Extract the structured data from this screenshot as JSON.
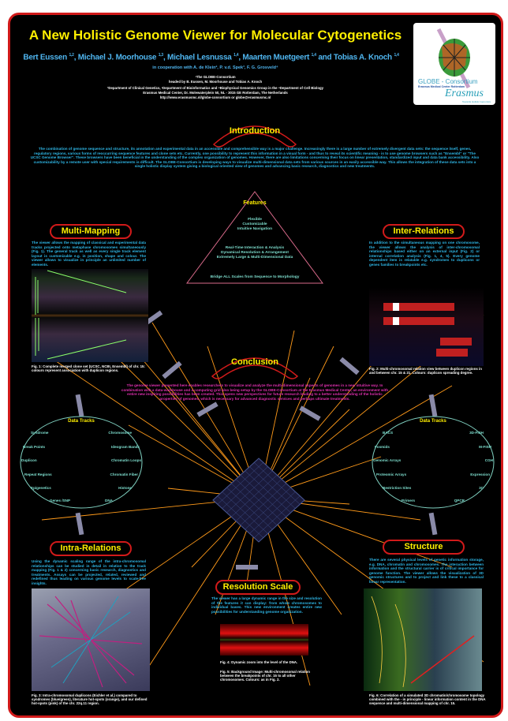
{
  "header": {
    "title": "A New Holistic Genome Viewer for Molecular Cytogenetics",
    "authors": [
      {
        "name": "Bert Eussen",
        "sup": "1,2"
      },
      {
        "name": "Michael J. Moorhouse",
        "sup": "1,3"
      },
      {
        "name": "Michael Lesnussa",
        "sup": "1,4"
      },
      {
        "name": "Maarten Muetgeert",
        "sup": "1,4"
      },
      {
        "name": "Tobias A. Knoch",
        "sup": "1,4"
      }
    ],
    "author_sep": ", ",
    "author_and": " and ",
    "cooperation": "in cooperation with A. de Klein², P. v.d. Spek³, F. G. Grosveld⁴",
    "affiliations": [
      "¹The GLOBE-Consortium",
      "headed by B. Eussen, M. Moorhouse and Tobias A. Knoch",
      "²Department of Clinical Genetics, ³Department of Bioinformatics and ⁴Biophysical Genomics Group in the ⁴Department of Cell Biology",
      "Erasmus Medical Center, Dr. Molewaterplein 50, NL - 3015 GE Rotterdam, The Netherlands",
      "http://www.erasmusmc.nl/globe-consortium  or  globe@erasmusmc.nl"
    ],
    "logo": {
      "text": "GLOBE - Consortium",
      "subtext": "Erasmus Medical Center Rotterdam",
      "brand": "Erasmus",
      "tagline": "Towards Holistic Genomics"
    }
  },
  "introduction": {
    "heading": "Introduction",
    "text": "The combination of genome sequence and structure, its annotation and experimental data in an accessible and comprehensible way is a major challenge. Increasingly there is a large number of extremely divergent data sets: the sequence itself, genes, regulatory regions, various forms of reoccurring sequence features and clone sets etc. Currently, one possibility to represent this information in a visual form - and thus to reveal its scientific meaning - is to use genome browsers such as \"Ensembl\" or \"The UCSC Genome Browser\". These browsers have been beneficial in the understanding of the complex organization of genomes. However, there are also limitations concerning their focus on linear presentation, standardized input and data bank accessibility. Also customizability by a remote user with special requirements is difficult. The GLOBE-Consortium is developing ways to visualize multi-dimensional data sets from various sources in an easily accessible way. This allows the integration of these data sets into a single holistic display system giving a biological oriented view of genomes and advancing basic research, diagnostics and new treatments."
  },
  "features": {
    "heading": "Features",
    "group1": [
      "Flexible",
      "Customizable",
      "Intuitive Navigation"
    ],
    "group2": [
      "Real-Time Interaction & Analysis",
      "Dynamical Resolution & Arrangement",
      "Extremely Large & Multi-Dimensional Data"
    ],
    "base": "Bridge ALL Scales from Sequence to Morphology"
  },
  "multi_mapping": {
    "heading": "Multi-Mapping",
    "text": "The viewer allows the mapping of classical and experimental data tracks projected onto metaphase chromosomes simultaneously (Fig. 1). The general track as well as every single track element layout is customizable e.g. in position, shape and colour. The viewer allows to visualize in principle an unlimited number of elements.",
    "caption": "Fig. 1: Complete merged clone set (UCSC, NCBI, Ensembl) of chr. 15: colours represent association with duplicon regions."
  },
  "inter_relations": {
    "heading": "Inter-Relations",
    "text": "In addition to the simultaneous mapping on one chromosome, the viewer allows the analysis of inter-chromosomal relationships based either on an external input (Fig. 2) or internal correlation analysis (Fig. 1, 4, 5). Every genome dependent item is relatable e.g. syndromes to duplicons or genes families to breakpoints etc.",
    "caption": "Fig. 2: Multi-chromosomal relation view between duplicon regions in and between chr. 15 & 21. Colours: duplicon spreading degree."
  },
  "conclusion": {
    "heading": "Conclusion",
    "text": "The genome viewer presented here enables researchers to visualize and analyze the multi-dimensional aspects of genomes in a new intuitive way. In combination with a data-warehouse and a computing grid also being setup by the GLOBE-Consortium at the Erasmus Medical Center, an environment with entire new inspiring possibilities has been created. This opens new perspectives for future research leading to a better understanding of the holistic properties of genomes, which is necessary for advanced diagnostic services and perhaps ultimate treatments."
  },
  "data_tracks_left": {
    "heading": "Data Tracks",
    "left": [
      "Syndrome",
      "Break Points",
      "Duplicon",
      "Repeat Regions",
      "Epigenetics",
      "Genes /SNP"
    ],
    "right": [
      "Chromosome",
      "Ideogram Bands",
      "Chromatin Loops",
      "Chromatin Fiber",
      "Histone",
      "DNA"
    ]
  },
  "data_tracks_right": {
    "heading": "Data Tracks",
    "left": [
      "BACS",
      "Fosmids",
      "Genomic Arrays",
      "Proteomic Arrays",
      "Restriction Sites",
      "Primers"
    ],
    "right": [
      "3D-FISH",
      "M-FISH",
      "CGH",
      "Expression",
      "3C",
      "QPCR"
    ]
  },
  "intra_relations": {
    "heading": "Intra-Relations",
    "text": "Using the dynamic scaling range of the intra-chromosomal relationships can be studied in detail in relation to the track mapping (Fig. 1 & 2) concerning basic research, diagnostics and treatments. Assays can be projected, related, reviewed and redefined thus leading on various genome levels to scale-free insights.",
    "caption": "Fig. 3: Intra-chromosomal duplicons (Eichler et al.) compared to syndromes (blue/green), literature hot-spots (orange), and our defined hot-spots (pink) of the chr. 22q.11 region."
  },
  "resolution_scale": {
    "heading": "Resolution Scale",
    "text": "The viewer has a large dynamic range in the size and resolution of the features it can display: from whole chromosomes to individual bases. This new environment creates entire new possibilities for understanding genome organization.",
    "caption4": "Fig. 4: Dynamic zoom into the level of the DNA.",
    "caption5": "Fig. 5: Background Image: Multi-chromosomal relation between the breakpoints of chr. 15 to all other chromosomes. Colours: as in Fig. 2."
  },
  "structure": {
    "heading": "Structure",
    "text": "There are several physical levels of genetic information storage, e.g. DNA, chromatin and chromosomes. The interaction between information and the structural carrier is of critical importance for genome function. The viewer allows the visualization of 3D genomic structures and to project and link these to a classical linear representation.",
    "caption": "Fig. 6: Correlation of a simulated 3D chromatin/chromosome topology combined with the - in principle - linear information content in the DNA sequence and multi-dimensional mapping of chr. 15."
  },
  "colors": {
    "border": "#d11a1a",
    "title": "#ffef00",
    "body": "#2fb8e8",
    "conclusion": "#e030b0",
    "lines": "#ff9a1a"
  }
}
